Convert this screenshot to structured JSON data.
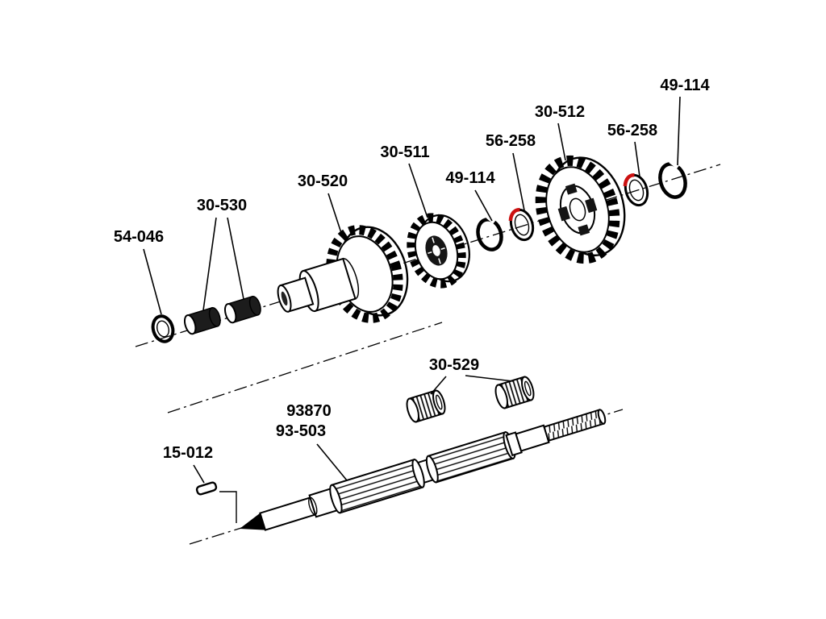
{
  "diagram": {
    "name": "transmission-shaft-exploded-parts-diagram",
    "background_color": "#ffffff",
    "line_color": "#000000",
    "highlight_color": "#cc1111",
    "labels": {
      "l49114_top": "49-114",
      "l30512": "30-512",
      "l56258_right": "56-258",
      "l56258_left": "56-258",
      "l30511": "30-511",
      "l49114_mid": "49-114",
      "l30520": "30-520",
      "l30530": "30-530",
      "l54046": "54-046",
      "l30529": "30-529",
      "l93870": "93870",
      "l93503": "93-503",
      "l15012": "15-012"
    }
  }
}
